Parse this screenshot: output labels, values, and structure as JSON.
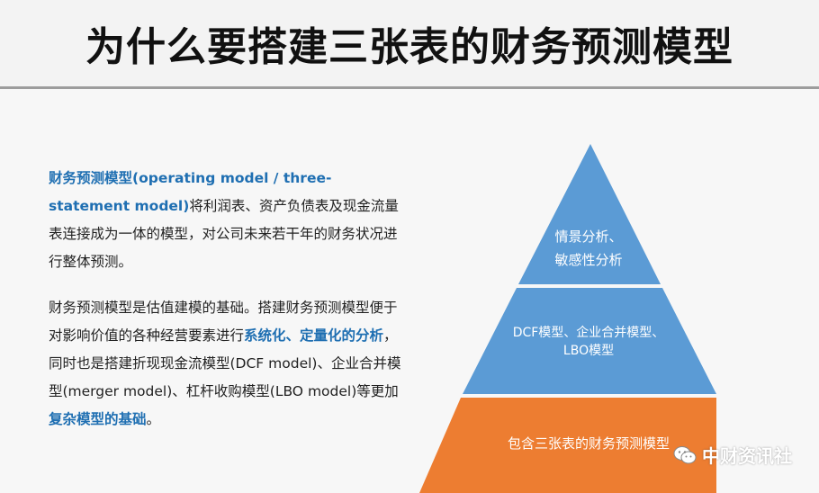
{
  "title": "为什么要搭建三张表的财务预测模型",
  "paragraph1": {
    "highlight": "财务预测模型(operating model / three-statement model)",
    "text": "将利润表、资产负债表及现金流量表连接成为一体的模型，对公司未来若干年的财务状况进行整体预测。"
  },
  "paragraph2": {
    "part1": "财务预测模型是估值建模的基础。搭建财务预测模型便于对影响价值的各种经营要素进行",
    "hl1": "系统化、定量化的分析",
    "part2": "，同时也是搭建折现现金流模型(DCF model)、企业合并模型(merger model)、杠杆收购模型(LBO model)等更加",
    "hl2": "复杂模型的基础",
    "part3": "。"
  },
  "pyramid": {
    "top_line1": "情景分析、",
    "top_line2": "敏感性分析",
    "middle_line1": "DCF模型、企业合并模型、",
    "middle_line2": "LBO模型",
    "bottom": "包含三张表的财务预测模型"
  },
  "colors": {
    "blue": "#5b9bd5",
    "orange": "#ed7d31",
    "accent_text": "#1f6fb2"
  },
  "watermark": {
    "icon": "wechat-icon",
    "text": "中财资讯社"
  }
}
